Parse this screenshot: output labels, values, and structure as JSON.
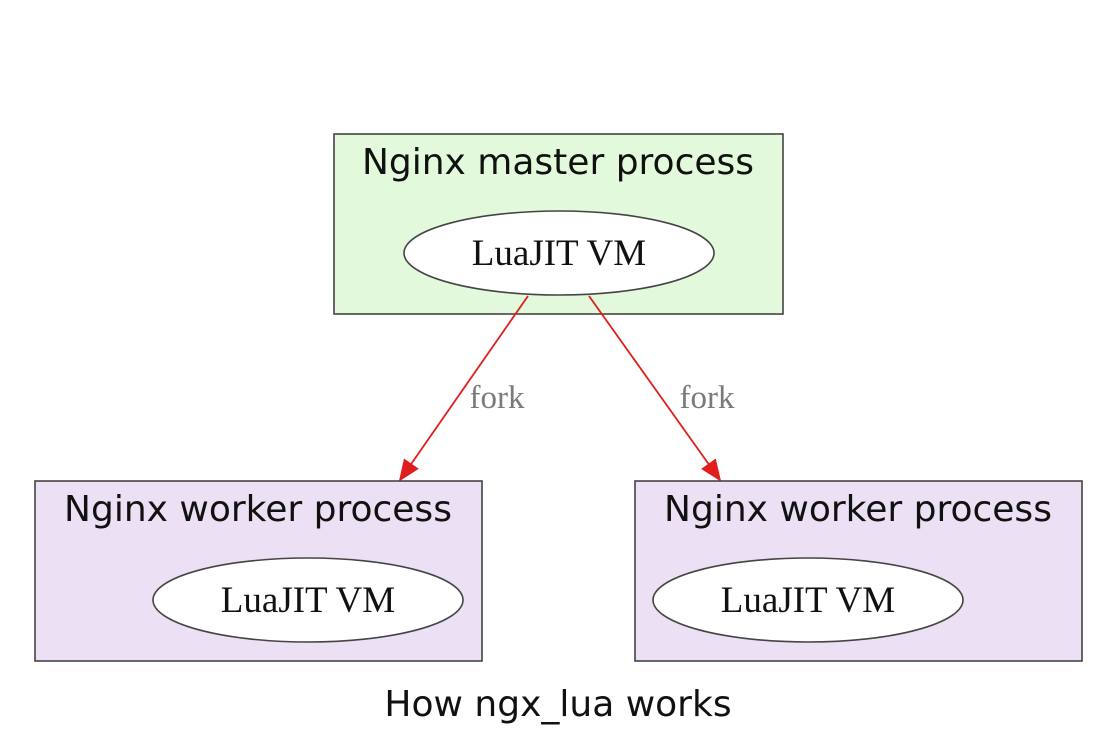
{
  "colors": {
    "master_fill": "#e2fadb",
    "worker_fill": "#ece0f4",
    "node_stroke": "#444444",
    "edge_color": "#e01e1e",
    "edge_label_color": "#7a7a7a",
    "text_color": "#111111",
    "background": "#ffffff"
  },
  "master": {
    "title": "Nginx master process",
    "vm_label": "LuaJIT VM"
  },
  "workers": [
    {
      "title": "Nginx worker process",
      "vm_label": "LuaJIT VM"
    },
    {
      "title": "Nginx worker process",
      "vm_label": "LuaJIT VM"
    }
  ],
  "edges": [
    {
      "from": "master",
      "to": "workers.0",
      "label": "fork"
    },
    {
      "from": "master",
      "to": "workers.1",
      "label": "fork"
    }
  ],
  "caption": "How ngx_lua works"
}
